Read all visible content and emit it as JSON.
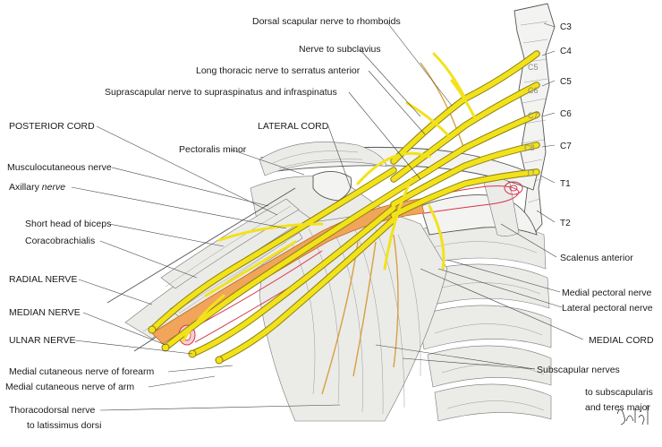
{
  "labels": {
    "dorsal_scapular": "Dorsal scapular nerve to rhomboids",
    "subclavius": "Nerve to subclavius",
    "long_thoracic": "Long thoracic nerve to serratus anterior",
    "suprascapular": "Suprascapular nerve to supraspinatus and infraspinatus",
    "posterior_cord": "POSTERIOR CORD",
    "lateral_cord": "LATERAL CORD",
    "pectoralis_minor": "Pectoralis minor",
    "musculocutaneous": "Musculocutaneous nerve",
    "axillary_prefix": "Axillary ",
    "axillary_suffix": "nerve",
    "short_head_biceps": "Short head of biceps",
    "coracobrachialis": "Coracobrachialis",
    "radial": "RADIAL NERVE",
    "median": "MEDIAN NERVE",
    "ulnar": "ULNAR NERVE",
    "med_cut_forearm": "Medial cutaneous nerve of forearm",
    "med_cut_arm": "Medial cutaneous nerve of arm",
    "thoracodorsal_1": "Thoracodorsal nerve",
    "thoracodorsal_2": "to latissimus dorsi",
    "scalenus_anterior": "Scalenus anterior",
    "medial_pectoral": "Medial pectoral nerve",
    "lateral_pectoral": "Lateral pectoral nerve",
    "medial_cord": "MEDIAL CORD",
    "subscapular_1": "Subscapular nerves",
    "subscapular_2": "to subscapularis",
    "subscapular_3": "and teres major"
  },
  "spinal_levels": {
    "right": [
      "C3",
      "C4",
      "C5",
      "C6",
      "C7",
      "T1",
      "T2"
    ],
    "on_vertebrae": [
      "C5",
      "C6",
      "C7",
      "C8",
      "T1"
    ]
  },
  "signature": "Jahel",
  "colors": {
    "nerve": "#f2e21a",
    "artery": "#f0a55a",
    "vessel_outline": "#d8334a"
  }
}
